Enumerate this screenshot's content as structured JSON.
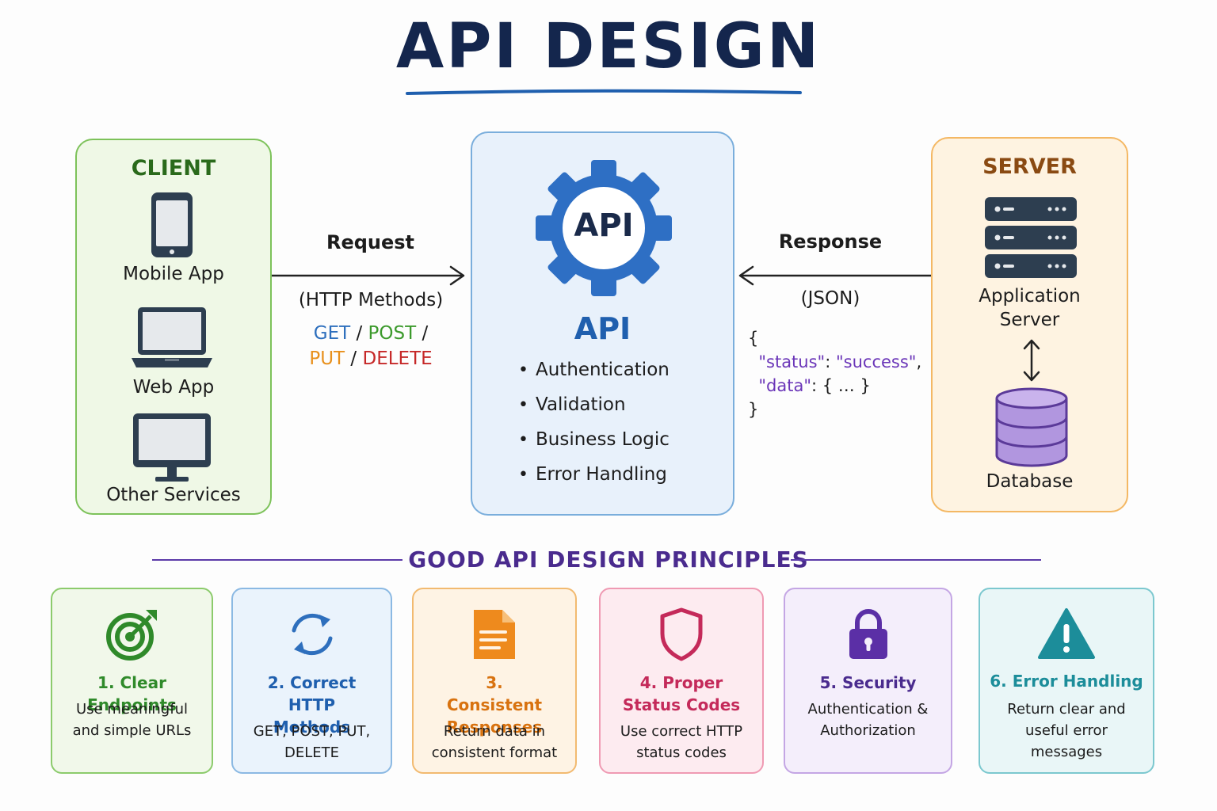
{
  "title": "API DESIGN",
  "client": {
    "heading": "CLIENT",
    "devices": [
      {
        "icon": "mobile-phone-icon",
        "label": "Mobile App"
      },
      {
        "icon": "laptop-icon",
        "label": "Web App"
      },
      {
        "icon": "desktop-monitor-icon",
        "label": "Other Services"
      }
    ]
  },
  "request": {
    "label": "Request",
    "sublabel": "(HTTP Methods)",
    "methods": [
      {
        "name": "GET",
        "color": "#2e6fbd"
      },
      {
        "name": "POST",
        "color": "#3c9a2c"
      },
      {
        "name": "PUT",
        "color": "#e8901c"
      },
      {
        "name": "DELETE",
        "color": "#c62828"
      }
    ],
    "separator": "/"
  },
  "api": {
    "badge": "API",
    "heading": "API",
    "features": [
      "Authentication",
      "Validation",
      "Business Logic",
      "Error Handling"
    ]
  },
  "response": {
    "label": "Response",
    "sublabel": "(JSON)",
    "json": {
      "open": "{",
      "status_key": "\"status\"",
      "status_value": "\"success\"",
      "data_key": "\"data\"",
      "data_value": "{ … }",
      "close": "}"
    }
  },
  "server": {
    "heading": "SERVER",
    "app_server_label": "Application Server",
    "database_label": "Database"
  },
  "principles": {
    "title": "GOOD API DESIGN PRINCIPLES",
    "items": [
      {
        "icon": "target-icon",
        "title": "1. Clear Endpoints",
        "desc": "Use meaningful and simple URLs",
        "color": "#2f8a2a",
        "bg": "#f1f8ea",
        "border": "#8ccb6c"
      },
      {
        "icon": "refresh-icon",
        "title": "2. Correct HTTP Methods",
        "desc": "GET, POST, PUT, DELETE",
        "color": "#1f5fae",
        "bg": "#eaf3fc",
        "border": "#8bb9e3"
      },
      {
        "icon": "document-icon",
        "title": "3. Consistent Responses",
        "desc": "Return data in consistent format",
        "color": "#d8720f",
        "bg": "#fef3e4",
        "border": "#f2ba70"
      },
      {
        "icon": "shield-icon",
        "title": "4. Proper Status Codes",
        "desc": "Use correct HTTP status codes",
        "color": "#c42a5a",
        "bg": "#fdebf0",
        "border": "#ef9ab3"
      },
      {
        "icon": "lock-icon",
        "title": "5. Security",
        "desc": "Authentication & Authorization",
        "color": "#5b2fa6",
        "bg": "#f4eefb",
        "border": "#c4a6e4"
      },
      {
        "icon": "warning-icon",
        "title": "6. Error Handling",
        "desc": "Return clear and useful error messages",
        "color": "#1c8d9a",
        "bg": "#e9f6f7",
        "border": "#7cc8cf"
      }
    ]
  }
}
